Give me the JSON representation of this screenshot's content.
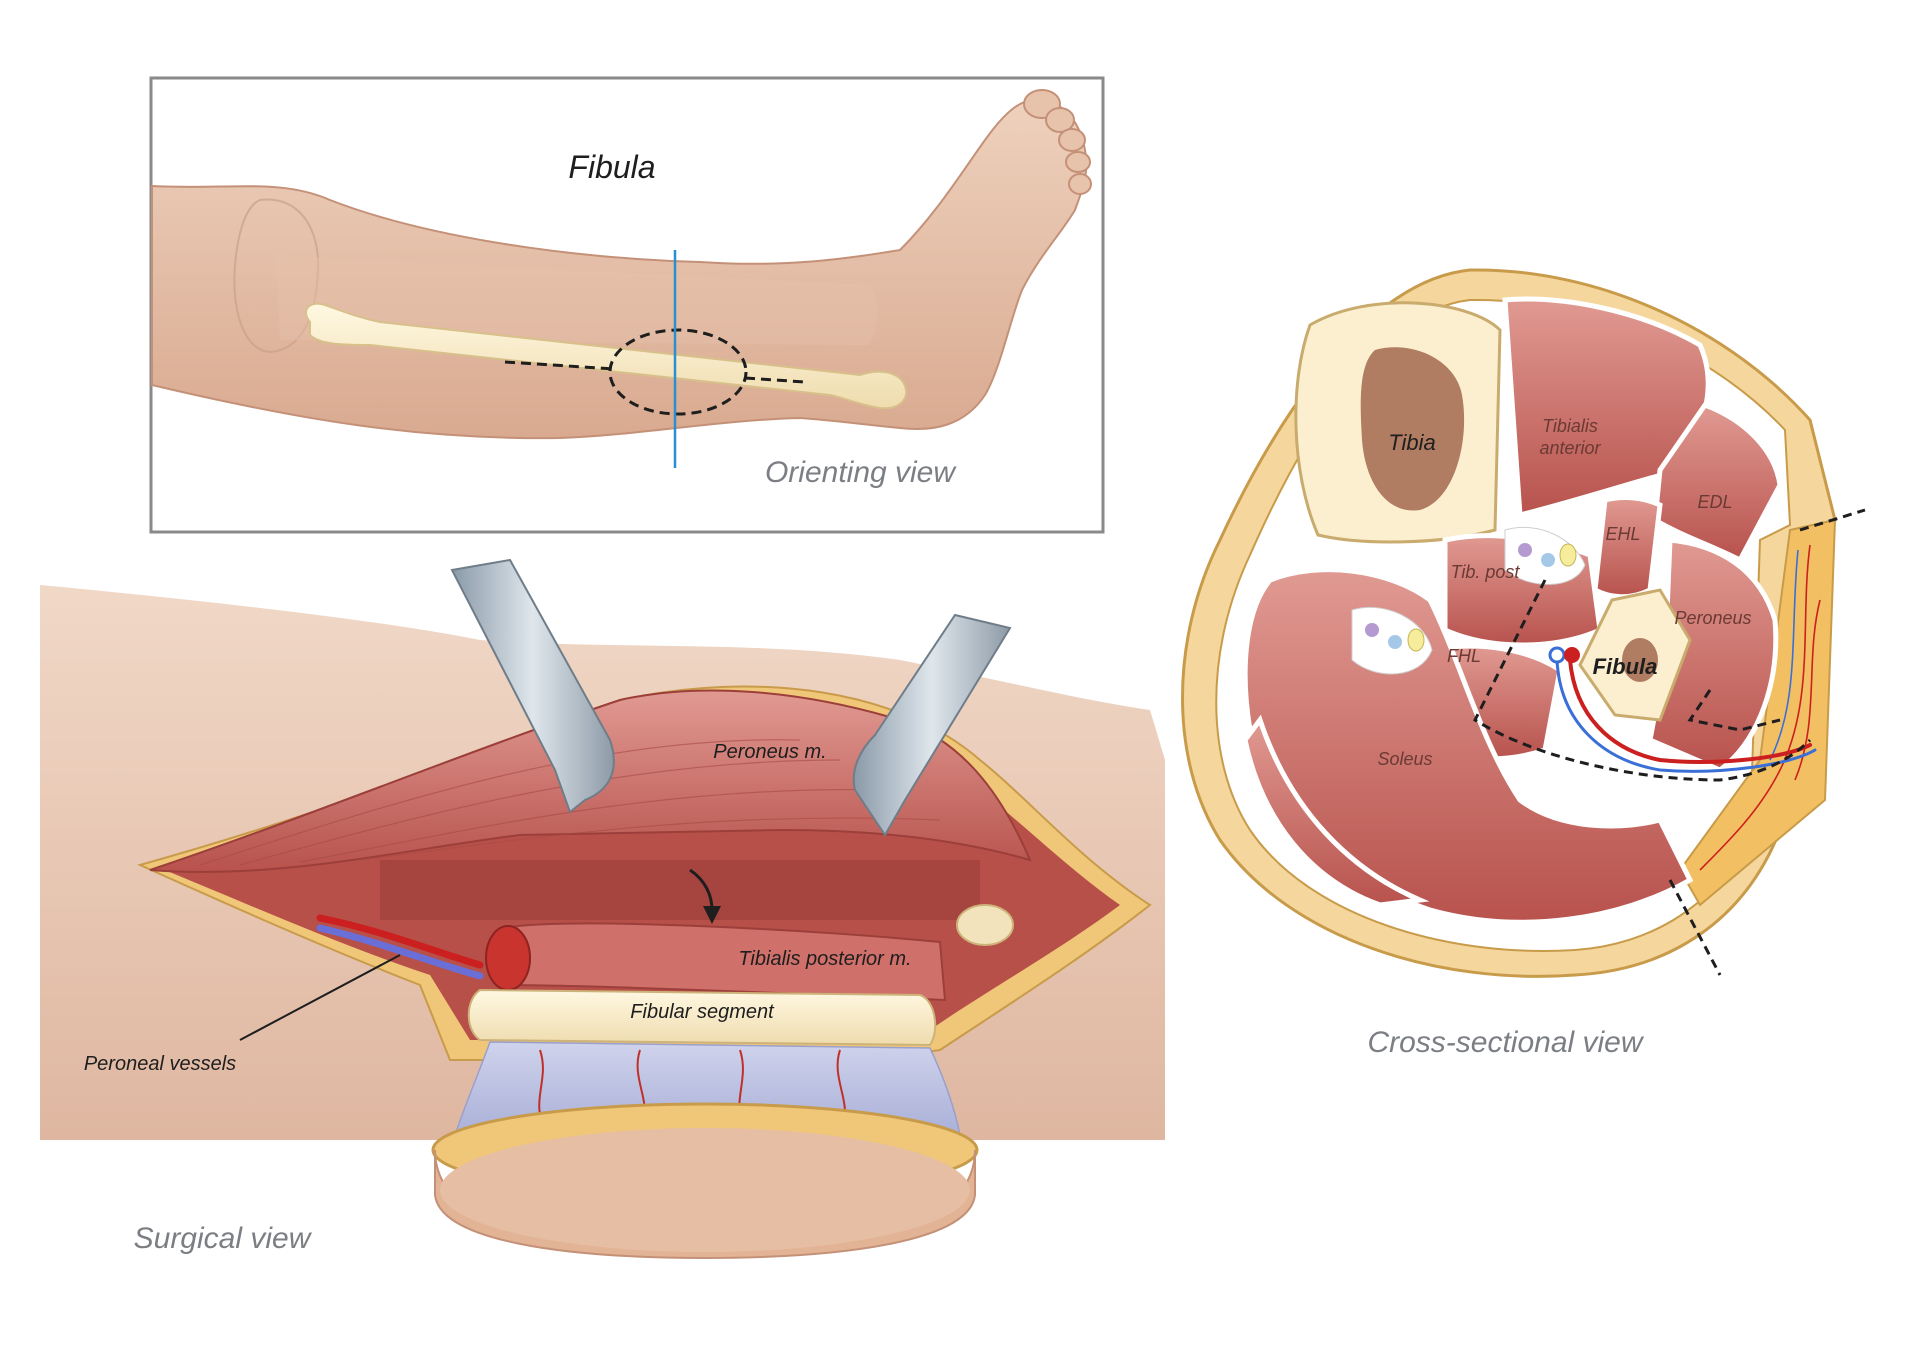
{
  "orienting": {
    "title": "Fibula",
    "caption": "Orienting view"
  },
  "cross_section": {
    "caption": "Cross-sectional view",
    "labels": {
      "tibia": "Tibia",
      "tibialis_anterior_1": "Tibialis",
      "tibialis_anterior_2": "anterior",
      "edl": "EDL",
      "ehl": "EHL",
      "tib_post": "Tib. post",
      "peroneus": "Peroneus",
      "fhl": "FHL",
      "fibula": "Fibula",
      "soleus": "Soleus"
    }
  },
  "surgical": {
    "caption": "Surgical view",
    "labels": {
      "peroneus_m": "Peroneus m.",
      "tibialis_posterior_m": "Tibialis posterior m.",
      "fibular_segment": "Fibular segment",
      "peroneal_vessels": "Peroneal vessels"
    }
  },
  "colors": {
    "skin": "#e8c3ab",
    "muscle": "#cf7e78",
    "bone": "#fbf0d0",
    "fat": "#f2c879",
    "artery": "#cc1f1f",
    "vein": "#3a6fd8",
    "cut_line": "#2a8fd0"
  }
}
